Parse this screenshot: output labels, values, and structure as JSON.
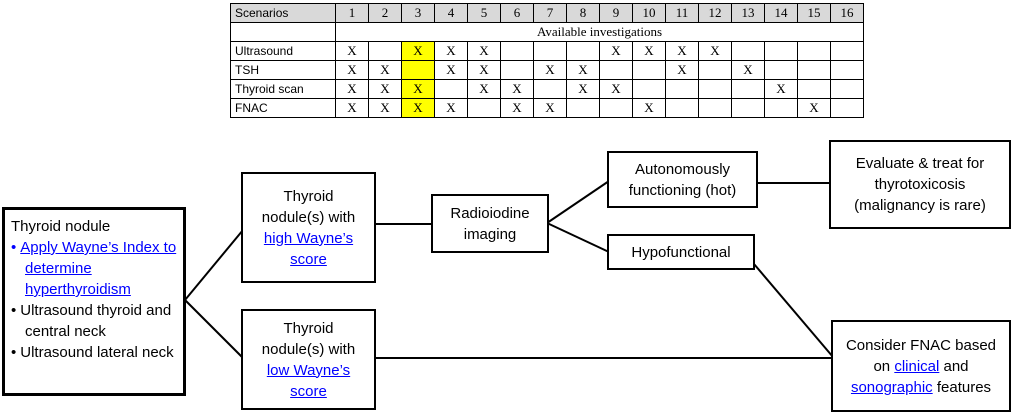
{
  "colors": {
    "highlight": "#ffff00",
    "table_header_bg": "#d9d9d9",
    "link": "#0000ff"
  },
  "table": {
    "header_label": "Scenarios",
    "columns": [
      "1",
      "2",
      "3",
      "4",
      "5",
      "6",
      "7",
      "8",
      "9",
      "10",
      "11",
      "12",
      "13",
      "14",
      "15",
      "16"
    ],
    "span_label": "Available investigations",
    "mark": "X",
    "rows": [
      {
        "label": "Ultrasound",
        "x_cols": [
          1,
          3,
          4,
          5,
          9,
          10,
          11,
          12
        ],
        "highlight_cols": [
          3
        ]
      },
      {
        "label": "TSH",
        "x_cols": [
          1,
          2,
          4,
          5,
          7,
          8,
          11,
          13
        ],
        "highlight_cols": [
          3
        ]
      },
      {
        "label": "Thyroid scan",
        "x_cols": [
          1,
          2,
          3,
          5,
          6,
          8,
          9,
          14
        ],
        "highlight_cols": [
          3
        ]
      },
      {
        "label": "FNAC",
        "x_cols": [
          1,
          2,
          3,
          4,
          6,
          7,
          10,
          15
        ],
        "highlight_cols": [
          3
        ]
      }
    ]
  },
  "flowchart": {
    "thyroid_nodule": {
      "title": "Thyroid nodule",
      "bullets": [
        {
          "text": "Apply Wayne’s Index to determine hyperthyroidism",
          "link": true
        },
        {
          "text": "Ultrasound thyroid and central neck",
          "link": false
        },
        {
          "text": "Ultrasound lateral neck",
          "link": false
        }
      ]
    },
    "high_box": {
      "text": "Thyroid nodule(s) with",
      "link": "high Wayne’s score"
    },
    "low_box": {
      "text": "Thyroid nodule(s) with",
      "link": "low Wayne’s score"
    },
    "radioiodine": {
      "text": "Radioiodine imaging"
    },
    "autonomous": {
      "text": "Autonomously functioning (hot)"
    },
    "hypofunctional": {
      "text": "Hypofunctional"
    },
    "evaluate": {
      "text": "Evaluate & treat for thyrotoxicosis (malignancy is rare)"
    },
    "consider_fnac": {
      "pre": "Consider FNAC based on ",
      "link1": "clinical",
      "mid": " and ",
      "link2": "sonographic",
      "post": " features"
    }
  }
}
